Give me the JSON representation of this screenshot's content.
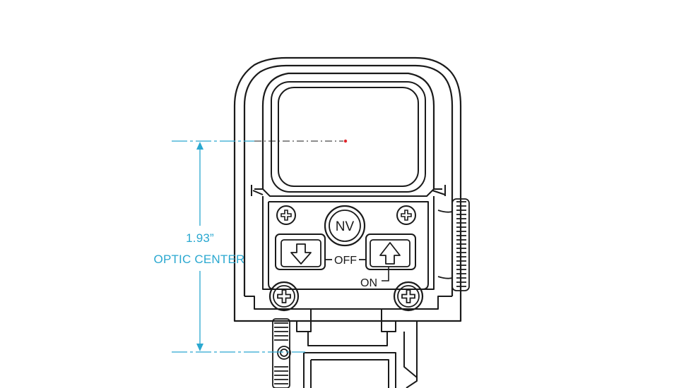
{
  "dimension": {
    "value_label": "1.93”",
    "caption_label": "OPTIC CENTER",
    "color": "#2aa8d0"
  },
  "device": {
    "nv_button_label": "NV",
    "off_label": "OFF",
    "on_label": "ON",
    "down_arrow_icon": "arrow-down-icon",
    "up_arrow_icon": "arrow-up-icon",
    "screw_icon": "phillips-screw-icon",
    "reticle_dot_color": "#e0262c"
  }
}
